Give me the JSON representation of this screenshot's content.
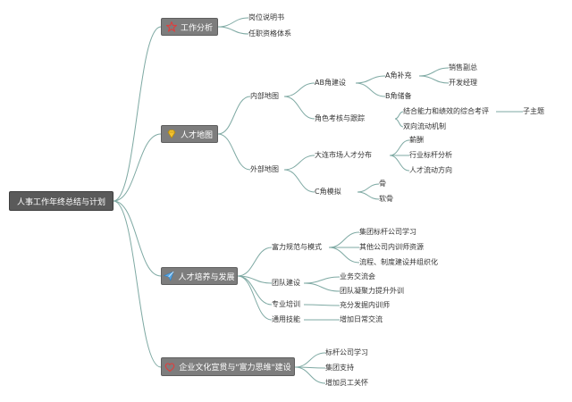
{
  "root": {
    "label": "人事工作年终总结与计划"
  },
  "branches": [
    {
      "label": "工作分析",
      "icon": "star-icon",
      "children": [
        {
          "label": "岗位说明书"
        },
        {
          "label": "任职资格体系"
        }
      ]
    },
    {
      "label": "人才地图",
      "icon": "diamond-icon",
      "children": [
        {
          "label": "内部地图",
          "children": [
            {
              "label": "AB角建设",
              "children": [
                {
                  "label": "A角补充",
                  "children": [
                    {
                      "label": "销售副总"
                    },
                    {
                      "label": "开发经理"
                    }
                  ]
                },
                {
                  "label": "B角储备"
                }
              ]
            },
            {
              "label": "角色考核与跟踪",
              "children": [
                {
                  "label": "结合能力和绩效的综合考评",
                  "children": [
                    {
                      "label": "子主题"
                    }
                  ]
                },
                {
                  "label": "双向流动机制"
                }
              ]
            }
          ]
        },
        {
          "label": "外部地图",
          "children": [
            {
              "label": "大连市场人才分布",
              "children": [
                {
                  "label": "薪酬"
                },
                {
                  "label": "行业标杆分析"
                },
                {
                  "label": "人才流动方向"
                }
              ]
            },
            {
              "label": "C角模拟",
              "children": [
                {
                  "label": "骨"
                },
                {
                  "label": "软骨"
                }
              ]
            }
          ]
        }
      ]
    },
    {
      "label": "人才培养与发展",
      "icon": "paper-plane-icon",
      "children": [
        {
          "label": "富力规范与模式",
          "children": [
            {
              "label": "集团标杆公司学习"
            },
            {
              "label": "其他公司内训师资源"
            },
            {
              "label": "流程、制度建设并组织化"
            }
          ]
        },
        {
          "label": "团队建设",
          "children": [
            {
              "label": "业务交流会"
            },
            {
              "label": "团队凝聚力提升外训"
            }
          ]
        },
        {
          "label": "专业培训",
          "children": [
            {
              "label": "充分发掘内训师"
            }
          ]
        },
        {
          "label": "通用技能",
          "children": [
            {
              "label": "增加日常交流"
            }
          ]
        }
      ]
    },
    {
      "label": "企业文化宣贯与\"富力思维\"建设",
      "icon": "heart-icon",
      "children": [
        {
          "label": "标杆公司学习"
        },
        {
          "label": "集团支持"
        },
        {
          "label": "增加员工关怀"
        }
      ]
    }
  ],
  "colors": {
    "line": "#7ea9a3",
    "box": "#7d7d7d",
    "text": "#333333"
  }
}
